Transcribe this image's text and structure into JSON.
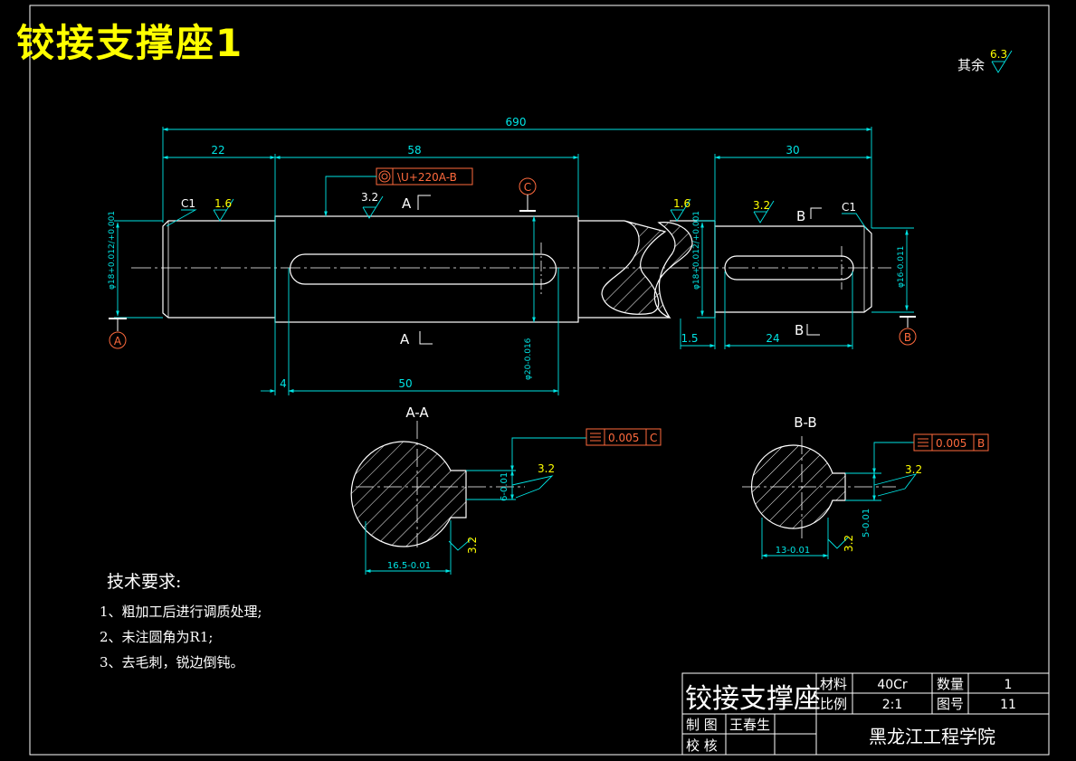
{
  "drawing": {
    "big_title": "铰接支撑座1",
    "roughness_other_label": "其余",
    "roughness_other_value": "6.3"
  },
  "dimensions": {
    "overall_length": "690",
    "left_journal_length": "22",
    "middle_length": "58",
    "right_length": "30",
    "left_key_offset": "4",
    "left_key_length": "50",
    "right_gap": "1.5",
    "right_key_length": "24",
    "chamfer_left": "C1",
    "chamfer_right": "C1",
    "dia_left": "φ18+0.012/+0.001",
    "dia_middle": "φ20-0.016",
    "dia_right_shoulder": "φ18+0.012/+0.001",
    "dia_right": "φ16-0.011",
    "section_a_width": "16.5-0.01",
    "section_a_key": "6-0.01",
    "section_b_width": "13-0.01",
    "section_b_key": "5-0.01"
  },
  "roughness": {
    "r_left": "1.6",
    "r_mid": "3.2",
    "r_shoulder": "1.6",
    "r_right": "3.2",
    "r_sec_a_side": "3.2",
    "r_sec_a_bottom": "3.2",
    "r_sec_b_side": "3.2",
    "r_sec_b_bottom": "3.2"
  },
  "tolerance_frames": {
    "coaxiality_value": "\\U+220A-B",
    "sym_a_value": "0.005",
    "sym_a_datum": "C",
    "sym_b_value": "0.005",
    "sym_b_datum": "B"
  },
  "datums": {
    "a": "A",
    "b": "B",
    "c": "C"
  },
  "section_marks": {
    "a_top": "A",
    "a_bottom": "A",
    "b_top": "B",
    "b_bottom": "B",
    "section_a_title": "A-A",
    "section_b_title": "B-B"
  },
  "technical_requirements": {
    "heading": "技术要求:",
    "items": [
      "1、粗加工后进行调质处理;",
      "2、未注圆角为R1;",
      "3、去毛刺，锐边倒钝。"
    ]
  },
  "title_block": {
    "part_name": "铰接支撑座",
    "material_label": "材料",
    "material_value": "40Cr",
    "quantity_label": "数量",
    "quantity_value": "1",
    "scale_label": "比例",
    "scale_value": "2:1",
    "drawing_no_label": "图号",
    "drawing_no_value": "11",
    "drawn_label": "制 图",
    "drawn_name": "王春生",
    "checked_label": "校 核",
    "institution": "黑龙江工程学院"
  }
}
